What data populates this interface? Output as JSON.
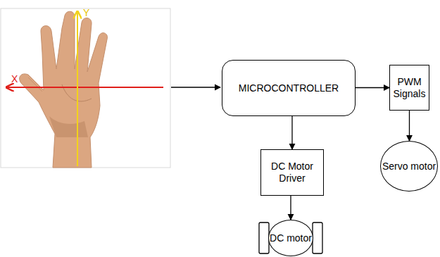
{
  "diagram": {
    "nodes": [
      {
        "text": [
          "MICROCONTROLLER"
        ]
      },
      {
        "text": [
          "PWM Signals"
        ]
      },
      {
        "text": [
          "Servo motor"
        ]
      },
      {
        "text": [
          "DC Motor Driver"
        ]
      },
      {
        "text": [
          "DC motor"
        ]
      }
    ],
    "edges": [
      {
        "from": 0,
        "to": 1,
        "arrow": "to"
      },
      {
        "from": 1,
        "to": 2,
        "arrow": "to"
      },
      {
        "from": 0,
        "to": 3,
        "arrow": "to"
      },
      {
        "from": 3,
        "to": 4,
        "arrow": "to"
      }
    ],
    "labels": [
      "X",
      "Y"
    ]
  }
}
